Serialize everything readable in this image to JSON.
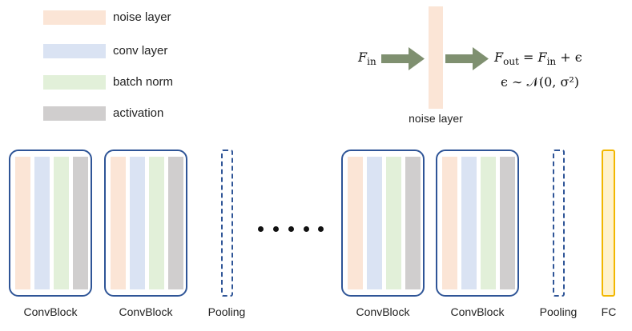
{
  "legend": {
    "items": [
      {
        "label": "noise layer",
        "color": "#fbe5d6"
      },
      {
        "label": "conv layer",
        "color": "#dae3f3"
      },
      {
        "label": "batch norm",
        "color": "#e2f0d9"
      },
      {
        "label": "activation",
        "color": "#d0cece"
      }
    ]
  },
  "noise_detail": {
    "input_symbol": "F",
    "input_subscript": "in",
    "output_symbol": "F",
    "output_subscript": "out",
    "equals": " = ",
    "rhs_symbol": "F",
    "rhs_subscript": "in",
    "rhs_tail": " + ϵ",
    "distribution": "ϵ ∼ 𝒩(0, σ²)",
    "caption": "noise layer",
    "arrow_color": "#7f9070"
  },
  "pipeline": {
    "convblock_label": "ConvBlock",
    "pooling_label": "Pooling",
    "fc_label": "FC",
    "ellipsis": "· · · · ·"
  },
  "colors": {
    "noise": "#fbe5d6",
    "conv": "#dae3f3",
    "bn": "#e2f0d9",
    "act": "#d0cece",
    "block_border": "#2f5597",
    "fc_border": "#f2b700",
    "fc_fill": "#fff2cc"
  }
}
